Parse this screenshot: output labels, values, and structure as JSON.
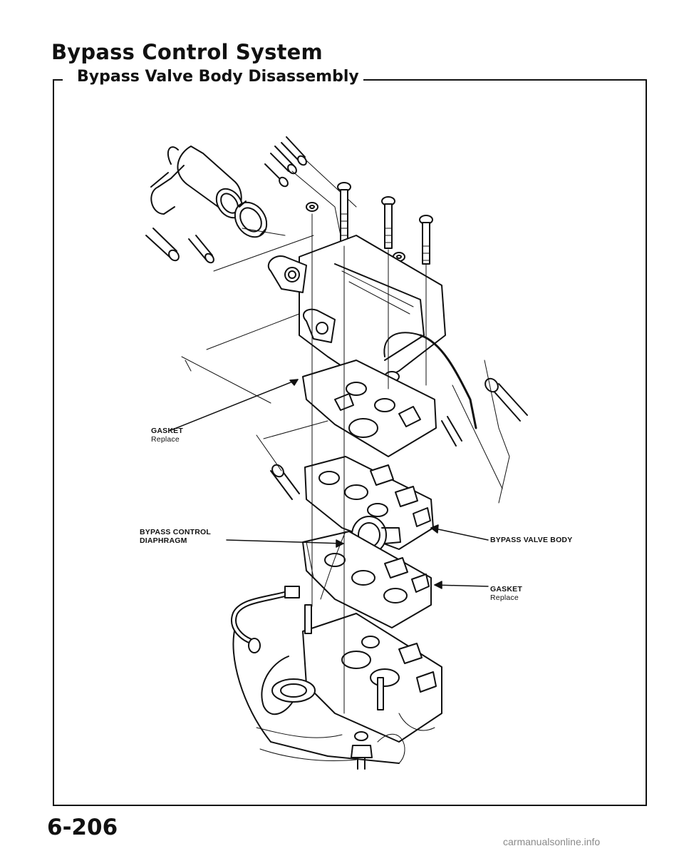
{
  "header": {
    "page_title": "Bypass Control System",
    "section_title": "Bypass Valve Body Disassembly"
  },
  "callouts": {
    "gasket_upper": {
      "label": "GASKET",
      "note": "Replace"
    },
    "diaphragm": {
      "label": "BYPASS CONTROL DIAPHRAGM"
    },
    "valve_body": {
      "label": "BYPASS VALVE BODY"
    },
    "gasket_lower": {
      "label": "GASKET",
      "note": "Replace"
    }
  },
  "footer": {
    "page_number": "6-206",
    "watermark": "carmanualsonline.info"
  }
}
